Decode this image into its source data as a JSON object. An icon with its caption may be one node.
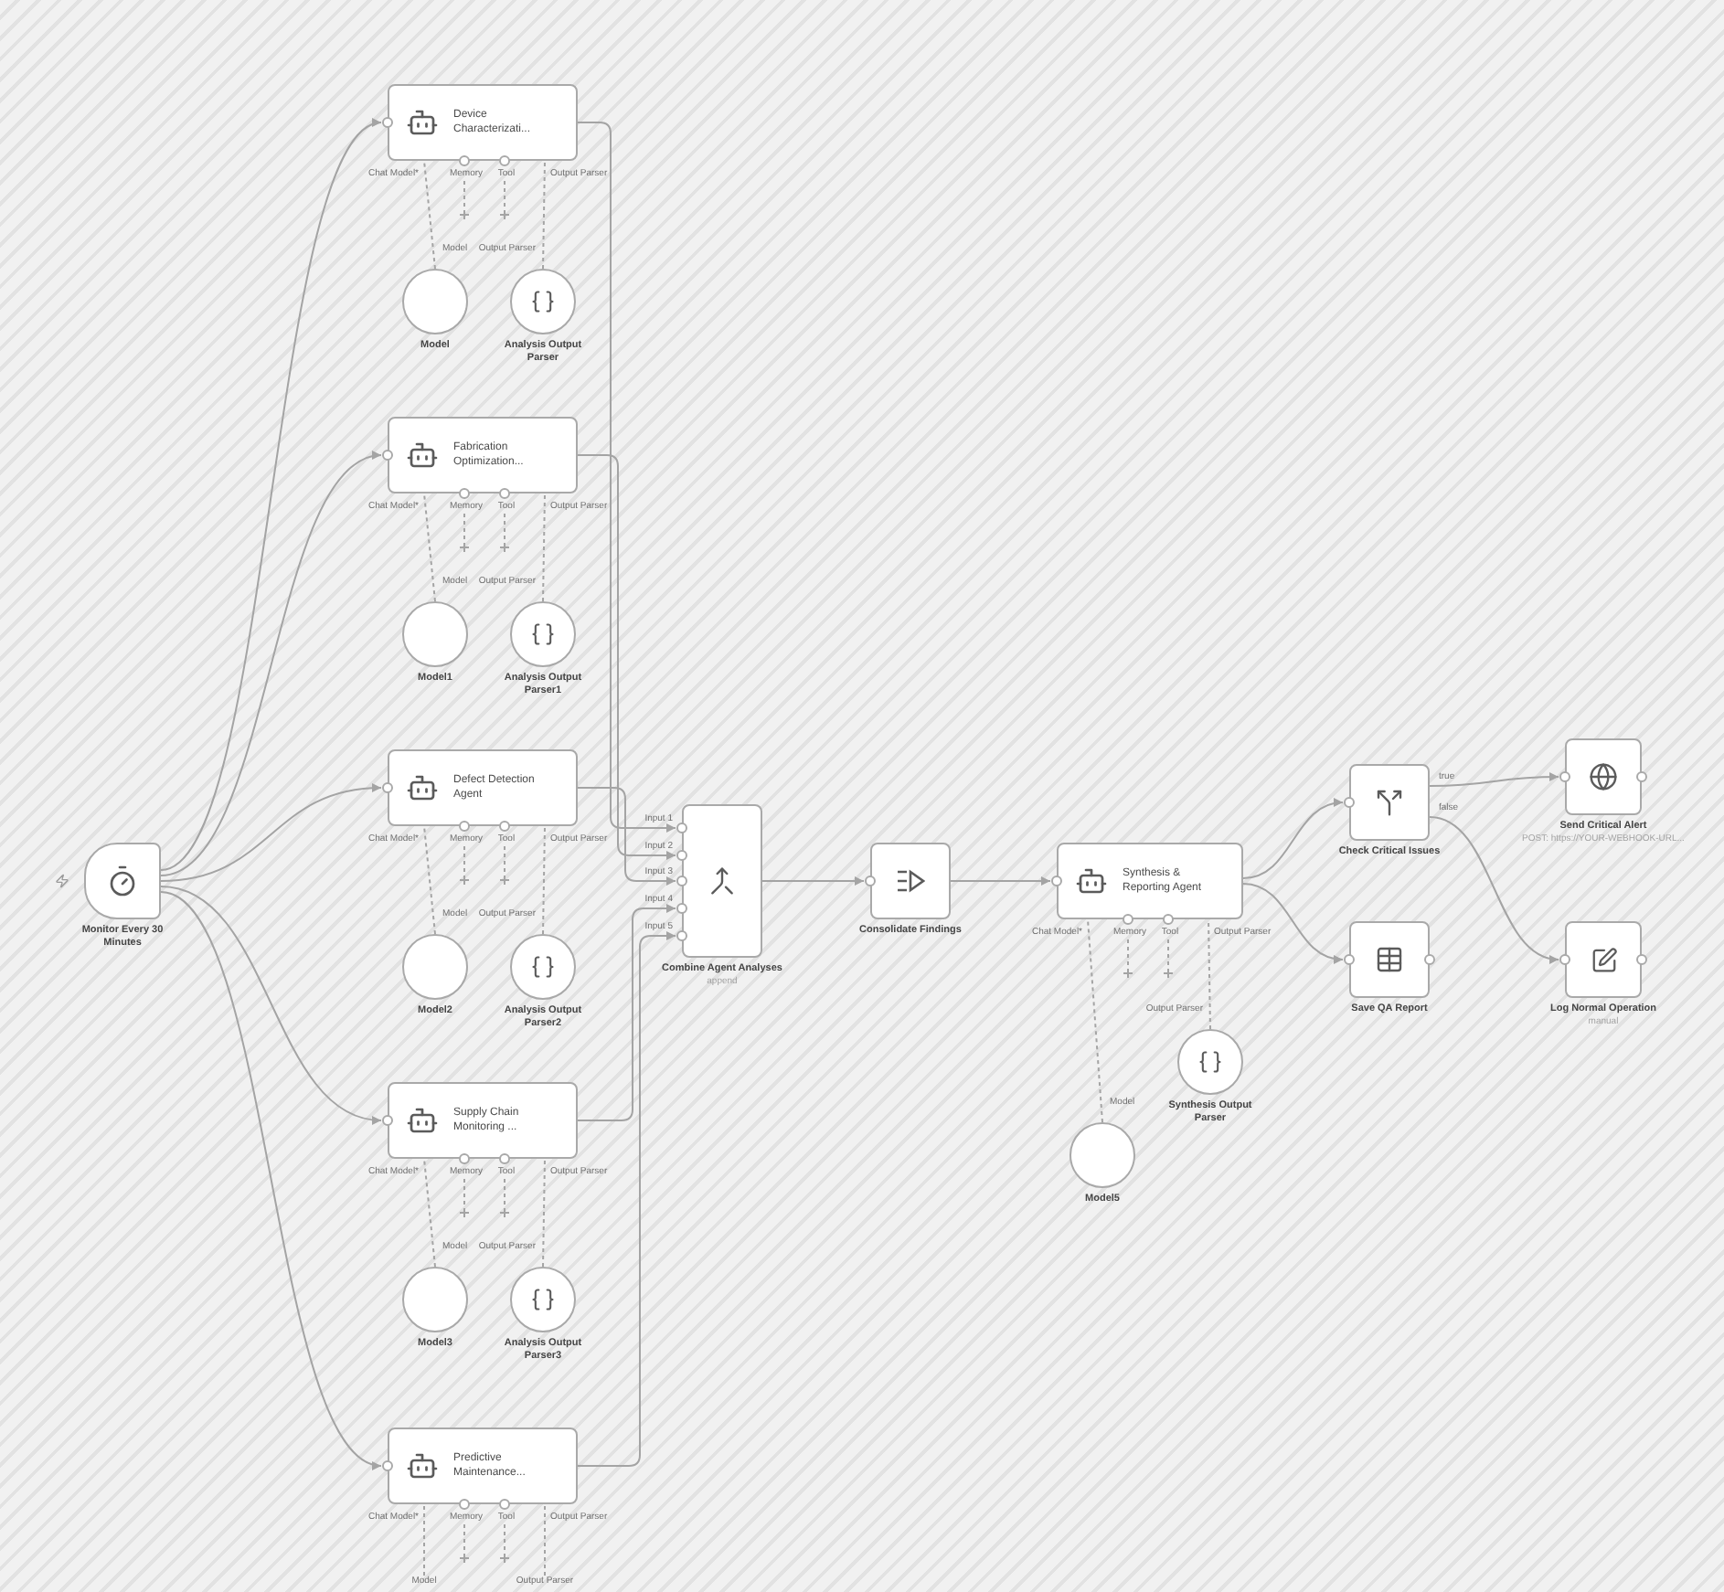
{
  "diagram": {
    "nodes": [
      {
        "text": [
          "Monitor Every 30 Minutes"
        ]
      },
      {
        "text": [
          "Device Characterizati..."
        ],
        "beside": [
          "Chat Model*",
          "Memory",
          "Tool",
          "Output Parser"
        ]
      },
      {
        "text": [
          "Model"
        ],
        "beside": [
          "Model"
        ]
      },
      {
        "text": [
          "Analysis Output Parser"
        ],
        "beside": [
          "Output Parser"
        ]
      },
      {
        "text": [
          "Fabrication Optimization..."
        ],
        "beside": [
          "Chat Model*",
          "Memory",
          "Tool",
          "Output Parser"
        ]
      },
      {
        "text": [
          "Model1"
        ],
        "beside": [
          "Model"
        ]
      },
      {
        "text": [
          "Analysis Output Parser1"
        ],
        "beside": [
          "Output Parser"
        ]
      },
      {
        "text": [
          "Defect Detection Agent"
        ],
        "beside": [
          "Chat Model*",
          "Memory",
          "Tool",
          "Output Parser"
        ]
      },
      {
        "text": [
          "Model2"
        ],
        "beside": [
          "Model"
        ]
      },
      {
        "text": [
          "Analysis Output Parser2"
        ],
        "beside": [
          "Output Parser"
        ]
      },
      {
        "text": [
          "Supply Chain Monitoring ..."
        ],
        "beside": [
          "Chat Model*",
          "Memory",
          "Tool",
          "Output Parser"
        ]
      },
      {
        "text": [
          "Model3"
        ],
        "beside": [
          "Model"
        ]
      },
      {
        "text": [
          "Analysis Output Parser3"
        ],
        "beside": [
          "Output Parser"
        ]
      },
      {
        "text": [
          "Predictive Maintenance..."
        ],
        "beside": [
          "Chat Model*",
          "Memory",
          "Tool",
          "Output Parser"
        ]
      },
      {
        "text": [
          "Combine Agent Analyses",
          "append"
        ],
        "beside": [
          "Input 1",
          "Input 2",
          "Input 3",
          "Input 4",
          "Input 5"
        ]
      },
      {
        "text": [
          "Consolidate Findings"
        ]
      },
      {
        "text": [
          "Synthesis & Reporting Agent"
        ],
        "beside": [
          "Chat Model*",
          "Memory",
          "Tool",
          "Output Parser"
        ]
      },
      {
        "text": [
          "Synthesis Output Parser"
        ],
        "beside": [
          "Output Parser"
        ]
      },
      {
        "text": [
          "Model5"
        ],
        "beside": [
          "Model"
        ]
      },
      {
        "text": [
          "Check Critical Issues"
        ],
        "beside": [
          "true",
          "false"
        ]
      },
      {
        "text": [
          "Send Critical Alert",
          "POST: https://YOUR-WEBHOOK-URL..."
        ]
      },
      {
        "text": [
          "Save QA Report"
        ]
      },
      {
        "text": [
          "Log Normal Operation",
          "manual"
        ]
      },
      {
        "text": [
          "Model"
        ]
      },
      {
        "text": [
          "Output Parser"
        ]
      }
    ],
    "edges": [
      {
        "from": 0,
        "to": 1,
        "arrow": "to"
      },
      {
        "from": 0,
        "to": 4,
        "arrow": "to"
      },
      {
        "from": 0,
        "to": 7,
        "arrow": "to"
      },
      {
        "from": 0,
        "to": 10,
        "arrow": "to"
      },
      {
        "from": 0,
        "to": 13,
        "arrow": "to"
      },
      {
        "from": 2,
        "to": 1,
        "arrow": "none",
        "style": "dashed"
      },
      {
        "from": 3,
        "to": 1,
        "arrow": "none",
        "style": "dashed"
      },
      {
        "from": 5,
        "to": 4,
        "arrow": "none",
        "style": "dashed"
      },
      {
        "from": 6,
        "to": 4,
        "arrow": "none",
        "style": "dashed"
      },
      {
        "from": 8,
        "to": 7,
        "arrow": "none",
        "style": "dashed"
      },
      {
        "from": 9,
        "to": 7,
        "arrow": "none",
        "style": "dashed"
      },
      {
        "from": 11,
        "to": 10,
        "arrow": "none",
        "style": "dashed"
      },
      {
        "from": 12,
        "to": 10,
        "arrow": "none",
        "style": "dashed"
      },
      {
        "from": 23,
        "to": 13,
        "arrow": "none",
        "style": "dashed"
      },
      {
        "from": 24,
        "to": 13,
        "arrow": "none",
        "style": "dashed"
      },
      {
        "from": 1,
        "to": 14,
        "arrow": "to"
      },
      {
        "from": 4,
        "to": 14,
        "arrow": "to"
      },
      {
        "from": 7,
        "to": 14,
        "arrow": "to"
      },
      {
        "from": 10,
        "to": 14,
        "arrow": "to"
      },
      {
        "from": 13,
        "to": 14,
        "arrow": "to"
      },
      {
        "from": 14,
        "to": 15,
        "arrow": "to"
      },
      {
        "from": 15,
        "to": 16,
        "arrow": "to"
      },
      {
        "from": 18,
        "to": 16,
        "arrow": "none",
        "style": "dashed"
      },
      {
        "from": 17,
        "to": 16,
        "arrow": "none",
        "style": "dashed"
      },
      {
        "from": 16,
        "to": 19,
        "arrow": "to"
      },
      {
        "from": 16,
        "to": 21,
        "arrow": "to"
      },
      {
        "from": 19,
        "to": 20,
        "arrow": "to"
      },
      {
        "from": 19,
        "to": 22,
        "arrow": "to"
      }
    ]
  }
}
